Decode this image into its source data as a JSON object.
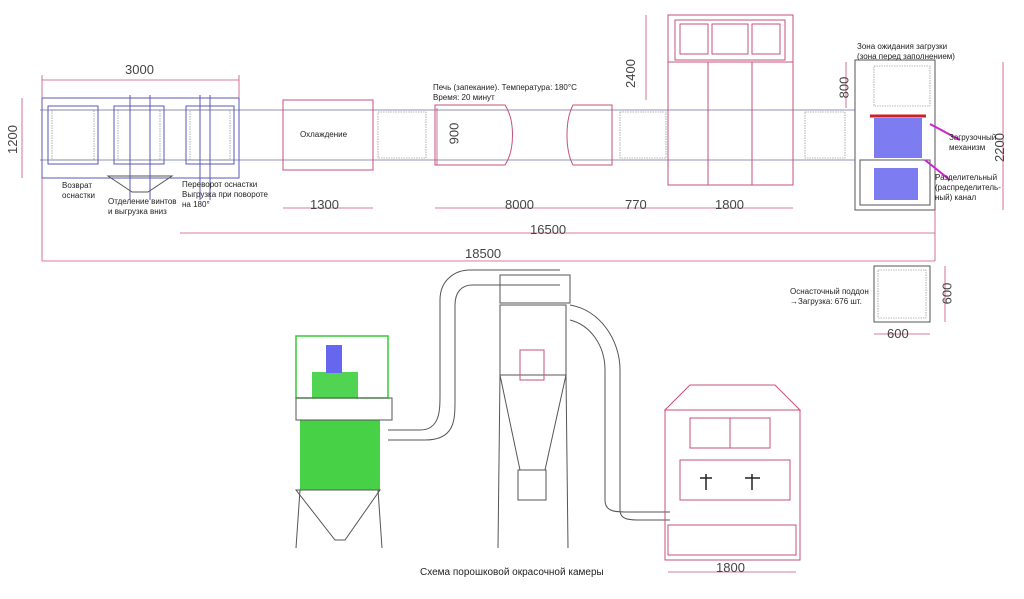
{
  "labels": {
    "return": "Возврат\nоснастки",
    "screws": "Отделение винтов\nи выгрузка вниз",
    "flip": "Переворот оснастки\nВыгрузка при повороте\nна 180°",
    "cooling": "Охлаждение",
    "oven": "Печь (запекание). Температура: 180°C\nВремя: 20 минут",
    "wait_zone": "Зона ожидания загрузки\n(зона перед заполнением)",
    "loader": "Загрузочный\nмеханизм",
    "divider": "Разделительный\n(распределитель-\nный) канал",
    "pallet": "Оснасточный поддон\n→Загрузка: 676 шт.",
    "caption": "Схема порошковой окрасочной камеры"
  },
  "dimensions": {
    "d3000": "3000",
    "d1200": "1200",
    "d1300": "1300",
    "d900": "900",
    "d8000": "8000",
    "d770": "770",
    "d1800a": "1800",
    "d2400": "2400",
    "d800": "800",
    "d2200": "2200",
    "d16500": "16500",
    "d18500": "18500",
    "d600a": "600",
    "d600b": "600",
    "d1800b": "1800"
  },
  "colors": {
    "line_blue": "#5a5ab8",
    "line_pink": "#c8507a",
    "line_dark": "#555555",
    "green": "#33cc33",
    "blue_fill": "#6666ee",
    "red": "#cc2222",
    "magenta": "#cc22cc"
  }
}
